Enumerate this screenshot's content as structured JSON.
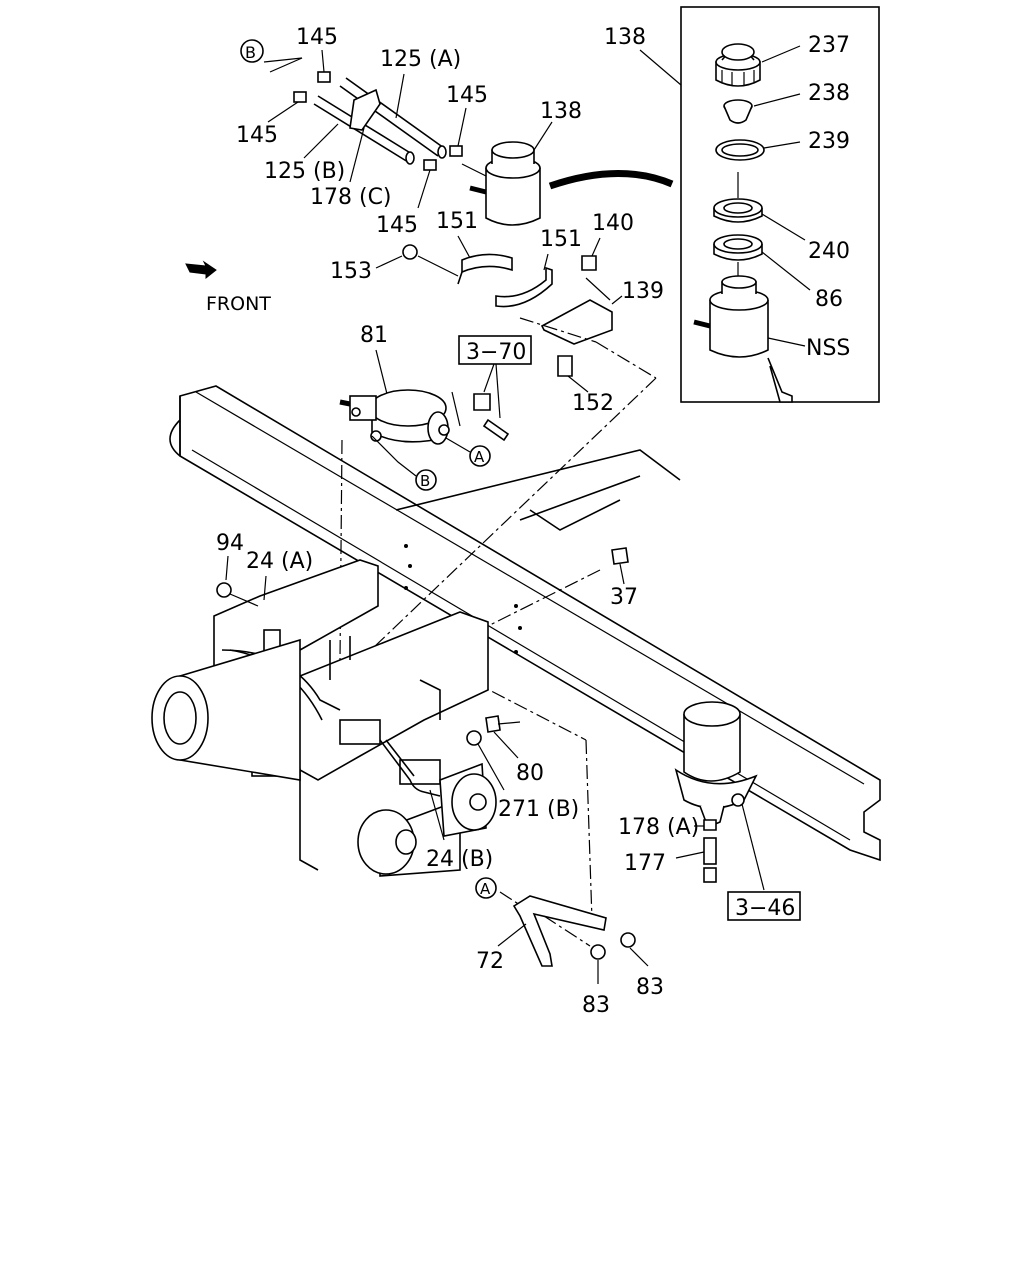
{
  "labels": {
    "p145_a": "145",
    "p125_a": "125 (A)",
    "p145_b": "145",
    "p138_top": "138",
    "p138_box": "138",
    "p145_c": "145",
    "p125_b": "125 (B)",
    "p178_c": "178 (C)",
    "p145_d": "145",
    "p151_a": "151",
    "p151_b": "151",
    "p140": "140",
    "p153": "153",
    "p139": "139",
    "front": "FRONT",
    "p81": "81",
    "ref_3_70": "3−70",
    "p152": "152",
    "p94": "94",
    "p24_a": "24 (A)",
    "p37": "37",
    "p80": "80",
    "p271_b": "271 (B)",
    "p24_b": "24 (B)",
    "p178_a": "178 (A)",
    "p177": "177",
    "ref_3_46": "3−46",
    "p72": "72",
    "p83_a": "83",
    "p83_b": "83",
    "p237": "237",
    "p238": "238",
    "p239": "239",
    "p240": "240",
    "p86": "86",
    "nss": "NSS",
    "circle_a1": "A",
    "circle_a2": "A",
    "circle_b1": "B",
    "circle_b2": "B"
  }
}
